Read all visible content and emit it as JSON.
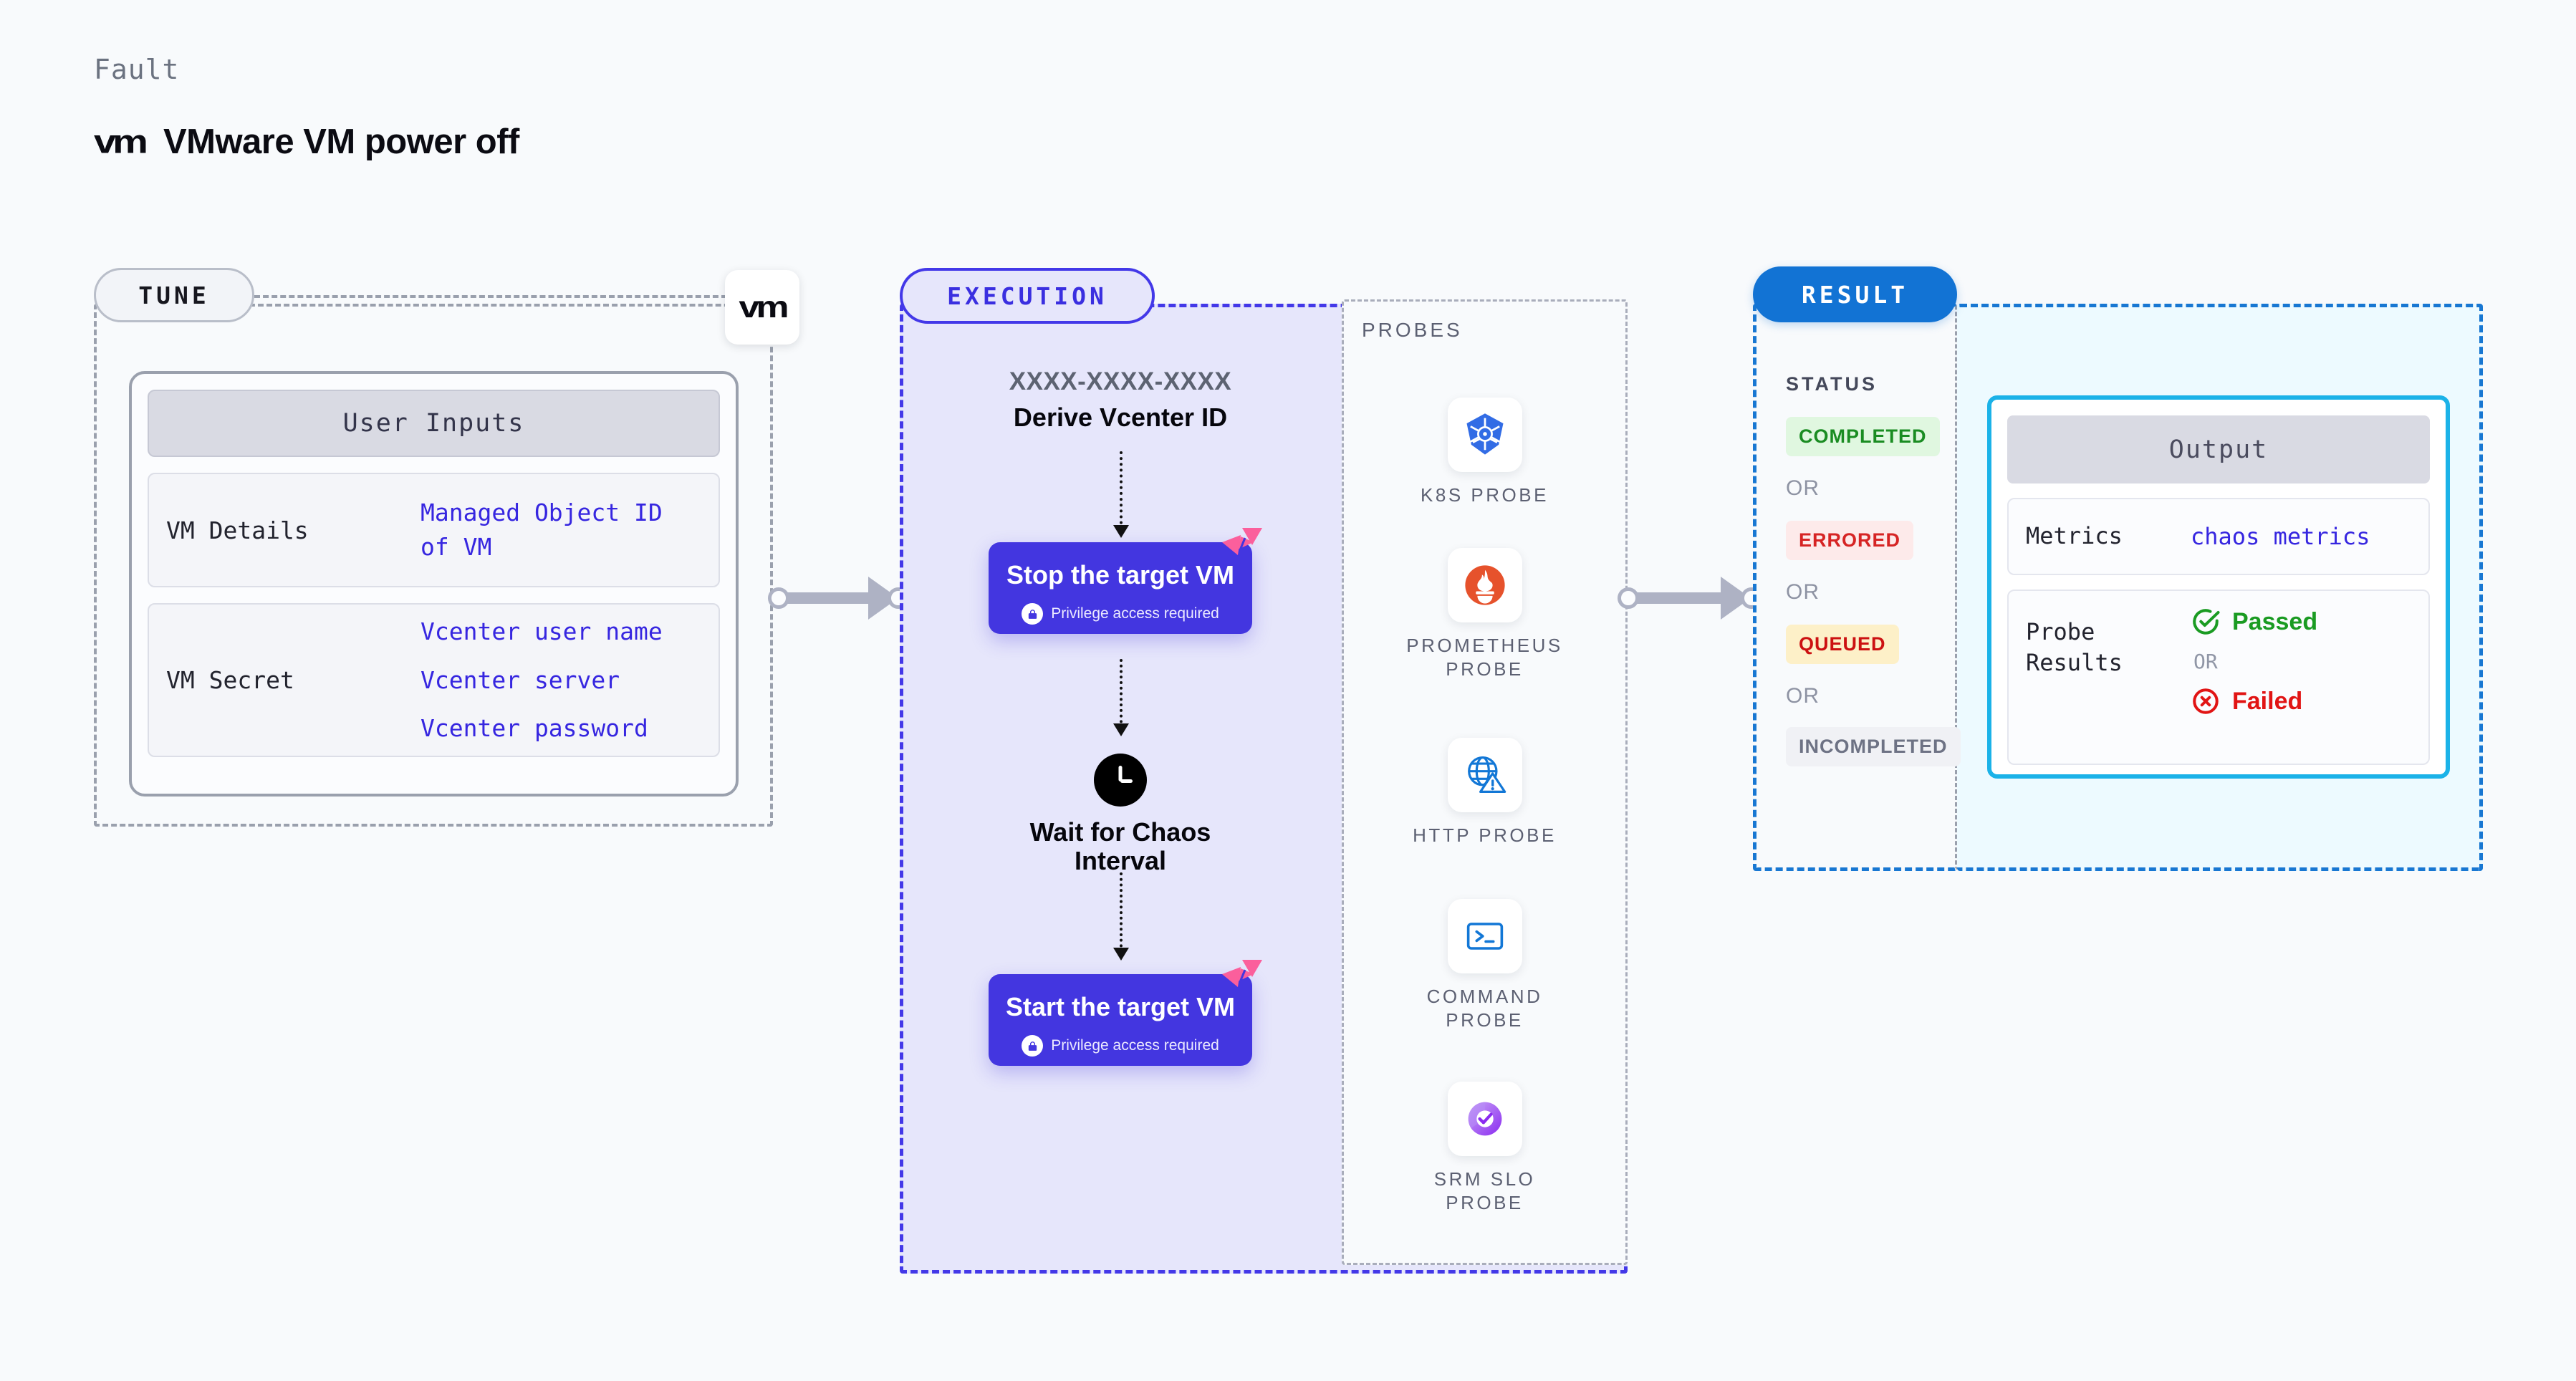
{
  "header": {
    "eyebrow": "Fault",
    "logo": "vm",
    "title": "VMware VM power off"
  },
  "tune": {
    "pill_label": "TUNE",
    "badge_logo": "vm",
    "card_title": "User Inputs",
    "rows": [
      {
        "label": "VM Details",
        "values": [
          "Managed Object ID",
          "of VM"
        ]
      },
      {
        "label": "VM Secret",
        "values": [
          "Vcenter user name",
          "Vcenter server",
          "Vcenter password"
        ]
      }
    ]
  },
  "execution": {
    "pill_label": "EXECUTION",
    "run_id": "XXXX-XXXX-XXXX",
    "derive_label": "Derive Vcenter ID",
    "steps": [
      {
        "title": "Stop the target VM",
        "sub": "Privilege access required",
        "icon": "lock-icon",
        "badge": "chaos-corner-badge"
      },
      {
        "title": "Start the target VM",
        "sub": "Privilege access required",
        "icon": "lock-icon",
        "badge": "chaos-corner-badge"
      }
    ],
    "wait": {
      "icon": "clock-icon",
      "line1": "Wait for Chaos",
      "line2": "Interval"
    }
  },
  "probes": {
    "label": "PROBES",
    "items": [
      {
        "name": "K8S  PROBE",
        "icon": "kubernetes-icon"
      },
      {
        "name": "PROMETHEUS",
        "name2": "PROBE",
        "icon": "prometheus-icon"
      },
      {
        "name": "HTTP  PROBE",
        "icon": "http-globe-warning-icon"
      },
      {
        "name": "COMMAND",
        "name2": "PROBE",
        "icon": "terminal-icon"
      },
      {
        "name": "SRM  SLO",
        "name2": "PROBE",
        "icon": "srm-slo-icon"
      }
    ]
  },
  "result": {
    "pill_label": "RESULT",
    "status_label": "STATUS",
    "or_label": "OR",
    "statuses": [
      {
        "text": "COMPLETED",
        "color": "#1a8c22",
        "bg": "#e0f7e0"
      },
      {
        "text": "ERRORED",
        "color": "#d62424",
        "bg": "#fdeaea"
      },
      {
        "text": "QUEUED",
        "color": "#cc1111",
        "bg": "#fdf0c8"
      },
      {
        "text": "INCOMPLETED",
        "color": "#6d7284",
        "bg": "#f0f1f5"
      }
    ]
  },
  "output": {
    "card_title": "Output",
    "metrics_label": "Metrics",
    "metrics_value": "chaos metrics",
    "probe_results_label_l1": "Probe",
    "probe_results_label_l2": "Results",
    "passed": "Passed",
    "failed": "Failed",
    "or_label": "OR"
  },
  "colors": {
    "indigo": "#4336e0",
    "blue": "#1273d4",
    "cyan": "#1bb2e8",
    "green": "#1a9b22",
    "red": "#e11414",
    "pink": "#fb5f9c"
  }
}
